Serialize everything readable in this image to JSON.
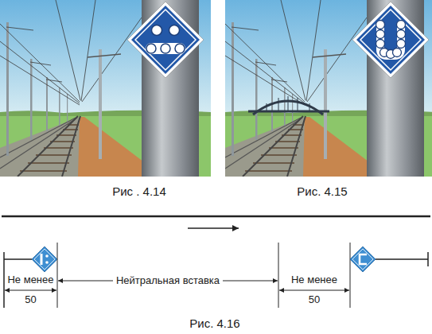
{
  "diagram": {
    "labels": [
      "Рис . 4.14",
      "Рис. 4.15",
      "Не менее",
      "50",
      "Нейтральная вставка",
      "Не менее",
      "50",
      "Рис. 4.16"
    ]
  }
}
